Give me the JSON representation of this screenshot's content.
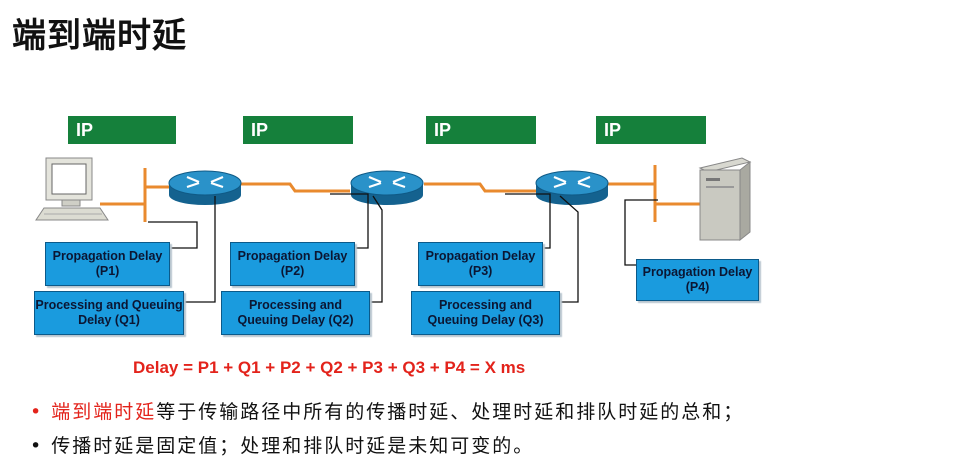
{
  "title": "端到端时延",
  "ip_labels": [
    "IP",
    "IP",
    "IP",
    "IP"
  ],
  "delays": {
    "p1": "Propagation Delay (P1)",
    "p2": "Propagation Delay (P2)",
    "p3": "Propagation Delay (P3)",
    "p4": "Propagation Delay (P4)",
    "q1": "Processing and Queuing Delay (Q1)",
    "q2": "Processing and Queuing Delay (Q2)",
    "q3": "Processing and Queuing Delay (Q3)"
  },
  "formula": "Delay = P1 + Q1 + P2 + Q2 + P3 + Q3 + P4 = X ms",
  "bullets": [
    {
      "highlight": "端到端时延",
      "rest": "等于传输路径中所有的传播时延、处理时延和排队时延的总和；"
    },
    {
      "highlight": "",
      "rest": "传播时延是固定值；处理和排队时延是未知可变的。"
    }
  ],
  "colors": {
    "ip_label": "#15803b",
    "delay_box": "#1a9bde",
    "link": "#e98a2e",
    "router": "#1a7fb8",
    "formula": "#e3231b"
  },
  "icons": [
    "pc-icon",
    "router-icon",
    "router-icon",
    "router-icon",
    "server-icon"
  ]
}
